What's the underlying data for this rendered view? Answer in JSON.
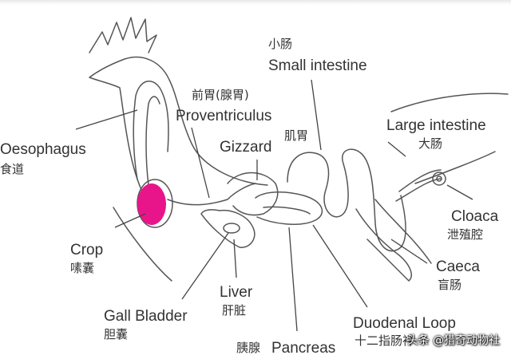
{
  "labels": {
    "small_intestine_zh": "小肠",
    "small_intestine_en": "Small intestine",
    "proventriculus_zh": "前胃(腺胃)",
    "proventriculus_en": "Proventriculus",
    "gizzard_zh": "肌胃",
    "gizzard_en": "Gizzard",
    "large_intestine_en": "Large intestine",
    "large_intestine_zh": "大肠",
    "oesophagus_en": "Oesophagus",
    "oesophagus_zh": "食道",
    "crop_en": "Crop",
    "crop_zh": "嗉囊",
    "cloaca_en": "Cloaca",
    "cloaca_zh": "泄殖腔",
    "caeca_en": "Caeca",
    "caeca_zh": "盲肠",
    "liver_en": "Liver",
    "liver_zh": "肝脏",
    "gall_bladder_en": "Gall Bladder",
    "gall_bladder_zh": "胆囊",
    "duodenal_loop_en": "Duodenal Loop",
    "duodenal_loop_zh": "十二指肠袢",
    "pancreas_zh": "胰腺",
    "pancreas_en": "Pancreas"
  },
  "watermark": "头条 @猎奇动物社",
  "colors": {
    "crop_highlight": "#e8158a",
    "outline": "#555555",
    "text": "#333333"
  }
}
